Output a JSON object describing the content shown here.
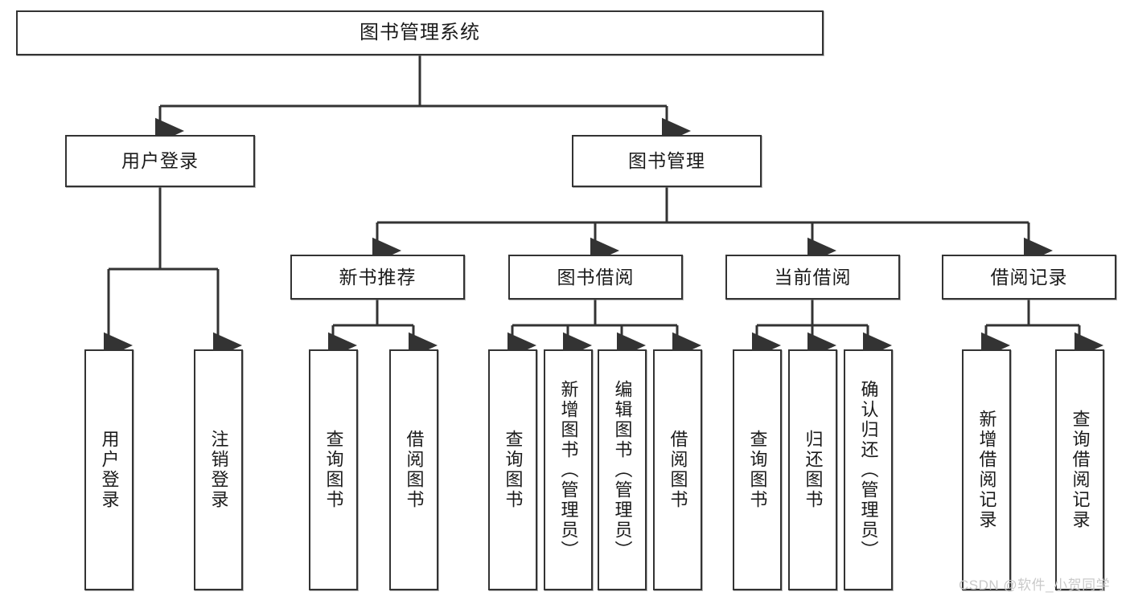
{
  "diagram": {
    "title": "图书管理系统",
    "type": "tree-hierarchy-chart",
    "colors": {
      "stroke": "#333333",
      "fill": "#ffffff",
      "text": "#1b1b1b",
      "watermark": "#c9c9c9"
    }
  },
  "root": {
    "label": "图书管理系统"
  },
  "level2": [
    {
      "label": "用户登录"
    },
    {
      "label": "图书管理"
    }
  ],
  "level3": [
    {
      "label": "新书推荐"
    },
    {
      "label": "图书借阅"
    },
    {
      "label": "当前借阅"
    },
    {
      "label": "借阅记录"
    }
  ],
  "leaves": {
    "user_login": [
      {
        "label": "用户登录"
      },
      {
        "label": "注销登录"
      }
    ],
    "new_book_recommend": [
      {
        "label": "查询图书"
      },
      {
        "label": "借阅图书"
      }
    ],
    "book_borrow": [
      {
        "label": "查询图书"
      },
      {
        "label": "新增图书（管理员）"
      },
      {
        "label": "编辑图书（管理员）"
      },
      {
        "label": "借阅图书"
      }
    ],
    "current_borrow": [
      {
        "label": "查询图书"
      },
      {
        "label": "归还图书"
      },
      {
        "label": "确认归还（管理员）"
      }
    ],
    "borrow_record": [
      {
        "label": "新增借阅记录"
      },
      {
        "label": "查询借阅记录"
      }
    ]
  },
  "watermark": {
    "text": "CSDN @软件_小贺同学"
  }
}
